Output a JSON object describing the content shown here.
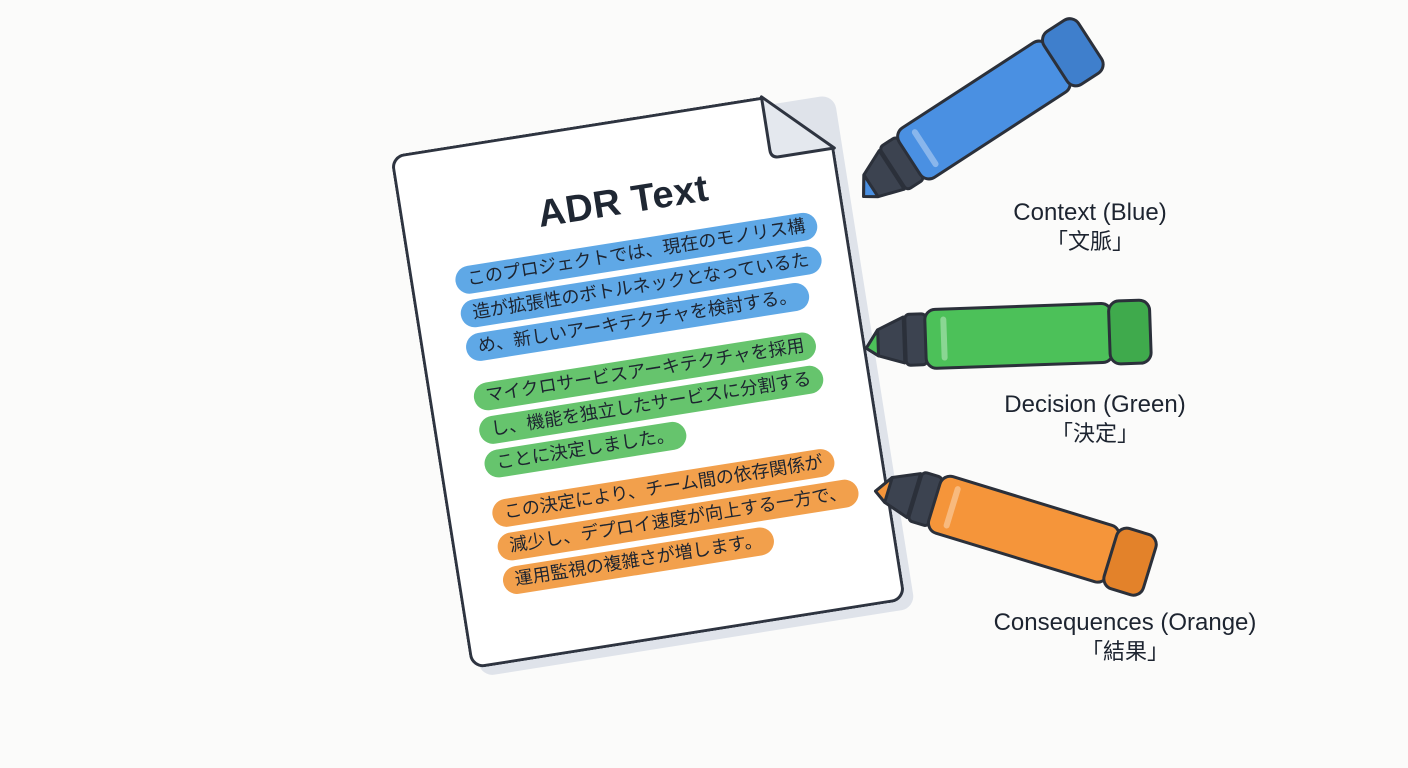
{
  "document": {
    "title": "ADR Text",
    "context_lines": [
      "このプロジェクトでは、現在のモノリス構",
      "造が拡張性のボトルネックとなっているた",
      "め、新しいアーキテクチャを検討する。"
    ],
    "decision_lines": [
      "マイクロサービスアーキテクチャを採用",
      "し、機能を独立したサービスに分割する",
      "ことに決定しました。"
    ],
    "consequence_lines": [
      "この決定により、チーム間の依存関係が",
      "減少し、デプロイ速度が向上する一方で、",
      "運用監視の複雑さが増します。"
    ]
  },
  "markers": [
    {
      "label": "Context (Blue)",
      "label_jp": "「文脈」",
      "color": "#4a90e2"
    },
    {
      "label": "Decision (Green)",
      "label_jp": "「決定」",
      "color": "#4cc159"
    },
    {
      "label": "Consequences (Orange)",
      "label_jp": "「結果」",
      "color": "#f5953a"
    }
  ],
  "colors": {
    "highlight_blue": "#5fa8e6",
    "highlight_green": "#66c46d",
    "highlight_orange": "#f2a04c",
    "outline": "#2b303a"
  }
}
